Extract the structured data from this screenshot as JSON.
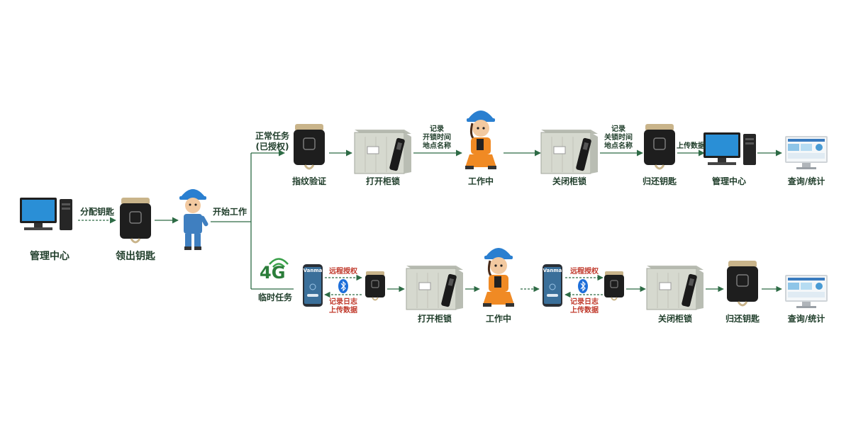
{
  "left": {
    "management_center": "管理中心",
    "distribute_key": "分配钥匙",
    "collect_key": "领出钥匙",
    "start_work": "开始工作"
  },
  "normal_task": {
    "task_line1": "正常任务",
    "task_line2": "(已授权)",
    "fingerprint": "指纹验证",
    "open_cabinet": "打开柜锁",
    "record_open_1": "记录",
    "record_open_2": "开锁时间",
    "record_open_3": "地点名称",
    "working": "工作中",
    "close_cabinet": "关闭柜锁",
    "record_close_1": "记录",
    "record_close_2": "关锁时间",
    "record_close_3": "地点名称",
    "return_key": "归还钥匙",
    "upload_data": "上传数据",
    "management_center": "管理中心",
    "query_stats": "查询/统计"
  },
  "temp_task": {
    "network_badge": "4G",
    "task_label": "临时任务",
    "phone_brand": "Vanma",
    "remote_auth_1": "远程授权",
    "log_upload_1a": "记录日志",
    "log_upload_1b": "上传数据",
    "open_cabinet": "打开柜锁",
    "working": "工作中",
    "remote_auth_2": "远程授权",
    "log_upload_2a": "记录日志",
    "log_upload_2b": "上传数据",
    "close_cabinet": "关闭柜锁",
    "return_key": "归还钥匙",
    "query_stats": "查询/统计"
  },
  "colors": {
    "arrow": "#2d6b45",
    "label_red": "#c0392b",
    "bluetooth": "#1e6fd9"
  }
}
